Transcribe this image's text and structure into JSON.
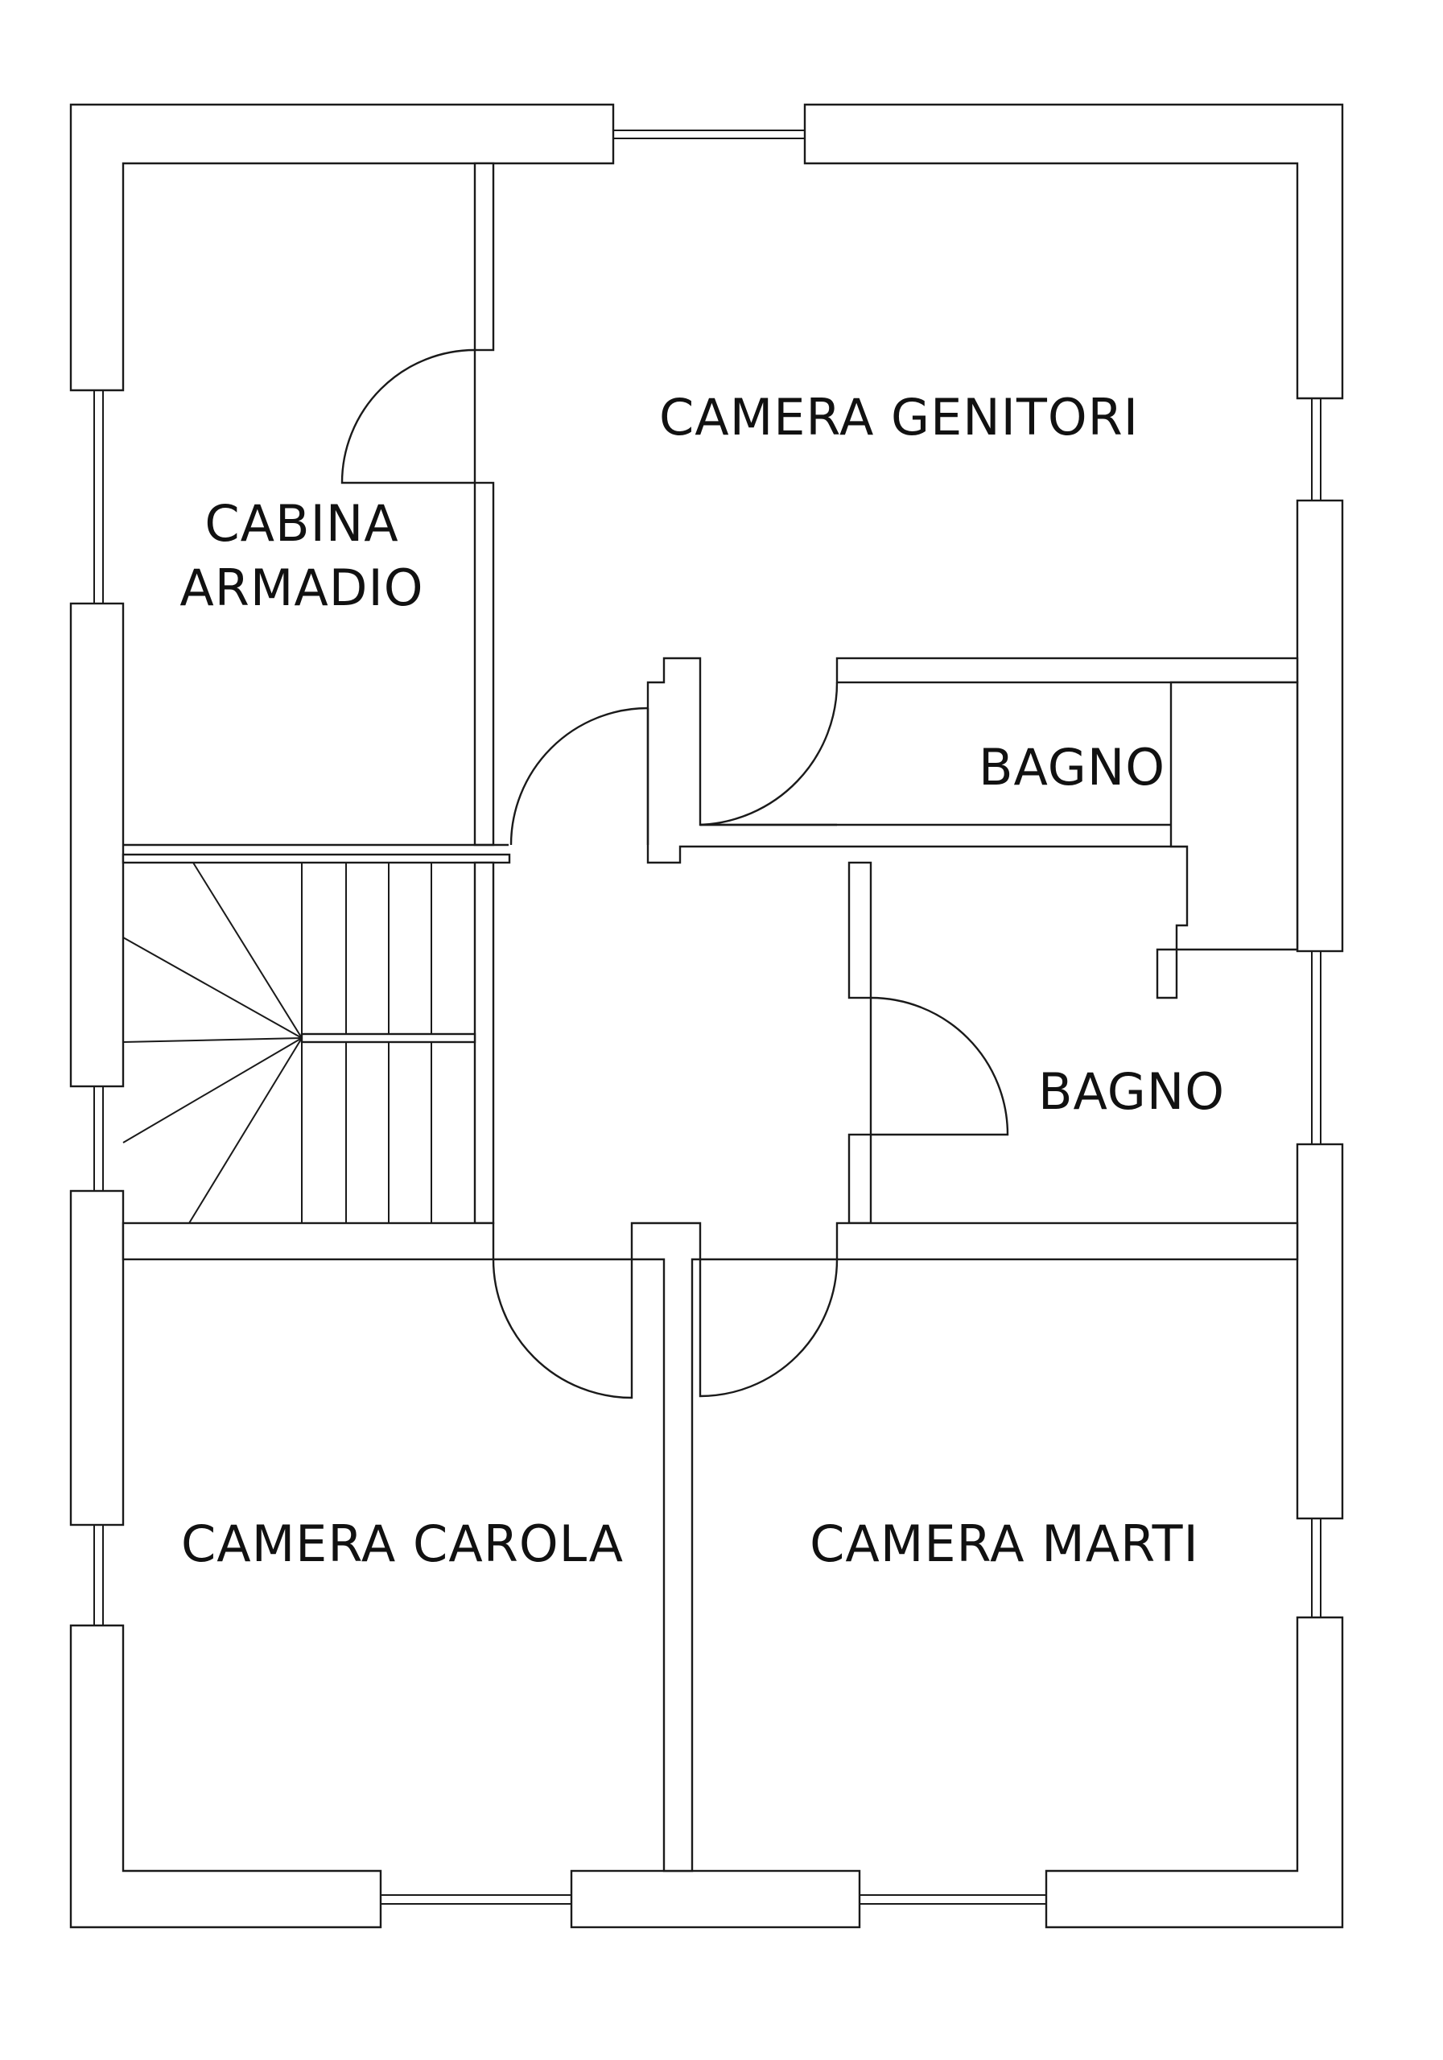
{
  "rooms": {
    "camera_genitori": "CAMERA GENITORI",
    "cabina_armadio_line1": "CABINA",
    "cabina_armadio_line2": "ARMADIO",
    "bagno_top": "BAGNO",
    "bagno_right": "BAGNO",
    "camera_carola": "CAMERA CAROLA",
    "camera_marti": "CAMERA MARTI"
  }
}
